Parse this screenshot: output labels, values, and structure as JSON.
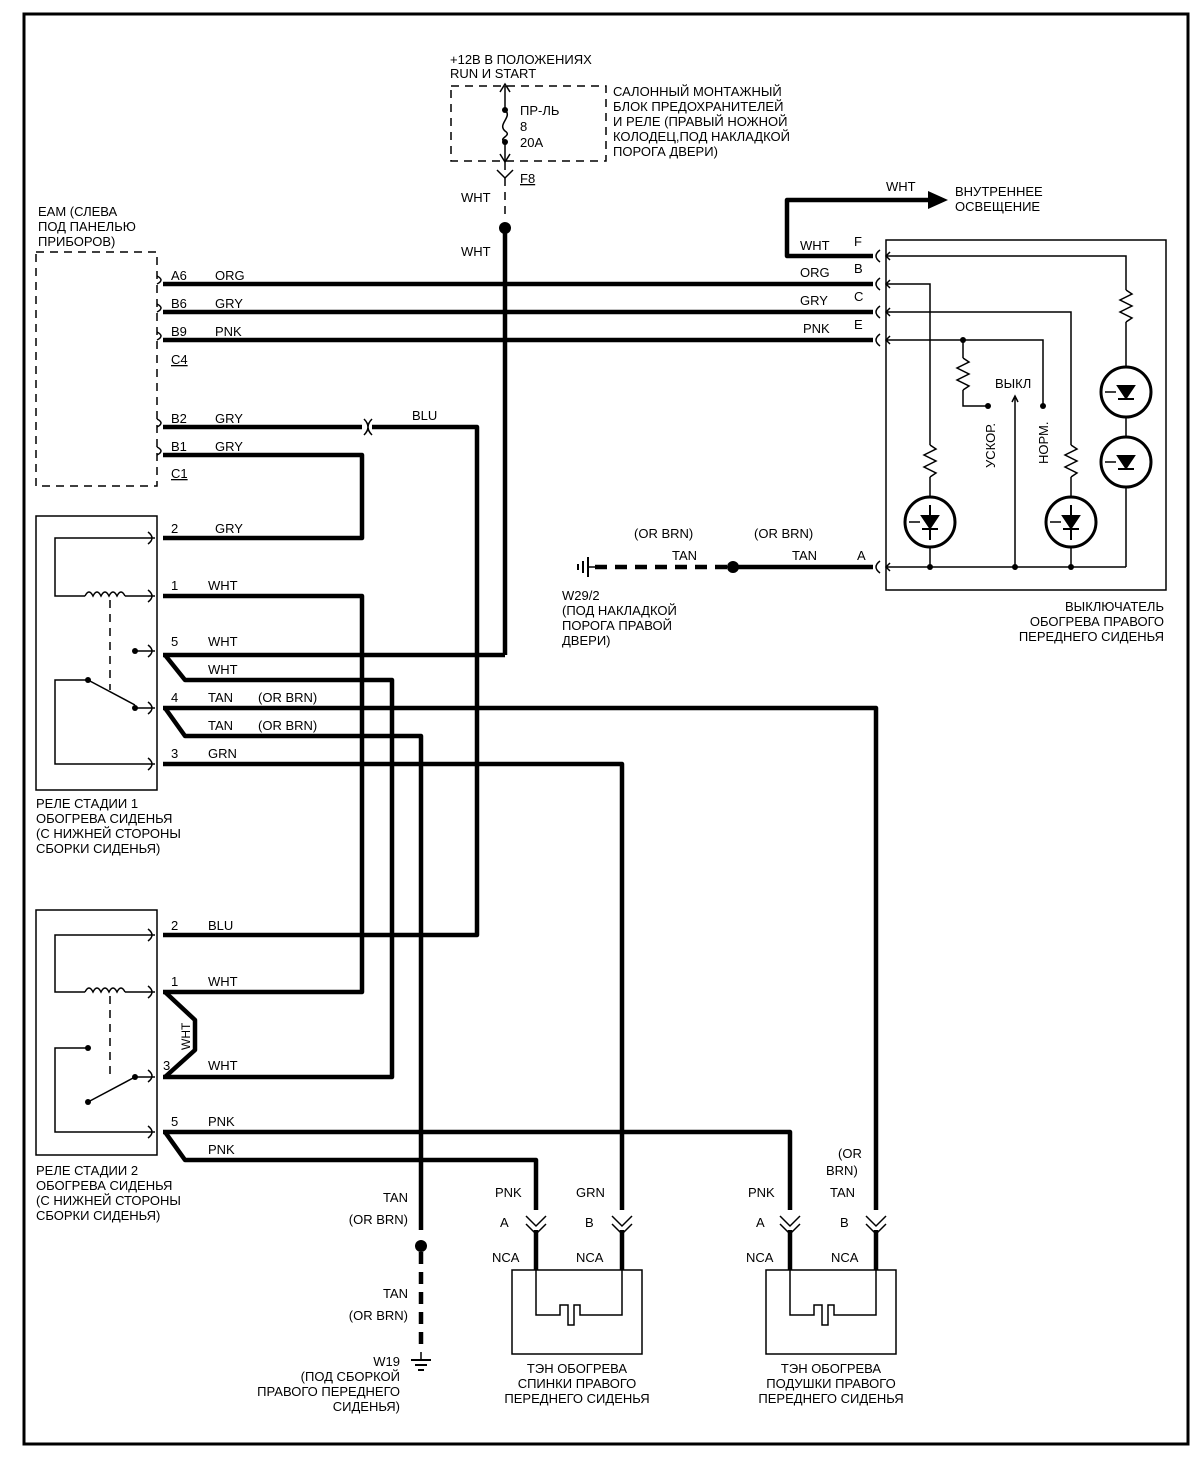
{
  "power": {
    "line1": "+12В В ПОЛОЖЕНИЯХ",
    "line2": "RUN И START"
  },
  "fuse": {
    "name": "ПР-ЛЬ",
    "num": "8",
    "rating": "20A",
    "connector": "F8"
  },
  "fusebox": {
    "l1": "САЛОННЫЙ МОНТАЖНЫЙ",
    "l2": "БЛОК ПРЕДОХРАНИТЕЛЕЙ",
    "l3": "И  РЕЛЕ (ПРАВЫЙ НОЖНОЙ",
    "l4": "КОЛОДЕЦ,ПОД НАКЛАДКОЙ",
    "l5": "ПОРОГА ДВЕРИ)"
  },
  "eam": {
    "l1": "EAM (СЛЕВА",
    "l2": "ПОД ПАНЕЛЬЮ",
    "l3": "ПРИБОРОВ)",
    "c4": "C4",
    "c1": "C1"
  },
  "eam_pins": [
    {
      "pin": "A6",
      "color": "ORG"
    },
    {
      "pin": "B6",
      "color": "GRY"
    },
    {
      "pin": "B9",
      "color": "PNK"
    },
    {
      "pin": "B2",
      "color": "GRY"
    },
    {
      "pin": "B1",
      "color": "GRY"
    }
  ],
  "interior": {
    "l1": "ВНУТРЕННЕЕ",
    "l2": "ОСВЕЩЕНИЕ"
  },
  "switch_pins": [
    {
      "color": "WHT",
      "pin": "F"
    },
    {
      "color": "ORG",
      "pin": "B"
    },
    {
      "color": "GRY",
      "pin": "C"
    },
    {
      "color": "PNK",
      "pin": "E"
    },
    {
      "color": "TAN",
      "pin": "A"
    }
  ],
  "switch": {
    "off": "ВЫКЛ",
    "boost": "УСКОР.",
    "norm": "НОРМ.",
    "l1": "ВЫКЛЮЧАТЕЛЬ",
    "l2": "ОБОГРЕВА ПРАВОГО",
    "l3": "ПЕРЕДНЕГО СИДЕНЬЯ"
  },
  "ground1": {
    "or_brn": "(OR BRN)",
    "tan": "TAN",
    "name": "W29/2",
    "l1": "(ПОД НАКЛАДКОЙ",
    "l2": "ПОРОГА ПРАВОЙ",
    "l3": "ДВЕРИ)"
  },
  "wires": {
    "wht": "WHT",
    "blu": "BLU",
    "tan": "TAN",
    "or_brn": "(OR BRN)",
    "grn": "GRN",
    "pnk": "PNK",
    "gry": "GRY"
  },
  "relay1": {
    "pins": [
      "2",
      "1",
      "5",
      "4",
      "3"
    ],
    "l1": "РЕЛЕ СТАДИИ  1",
    "l2": "ОБОГРЕВА СИДЕНЬЯ",
    "l3": "(С НИЖНЕЙ СТОРОНЫ",
    "l4": "СБОРКИ  СИДЕНЬЯ)"
  },
  "relay2": {
    "pins": [
      "2",
      "1",
      "3",
      "5"
    ],
    "l1": "РЕЛЕ СТАДИИ  2",
    "l2": "ОБОГРЕВА СИДЕНЬЯ",
    "l3": "(С НИЖНЕЙ СТОРОНЫ",
    "l4": "СБОРКИ  СИДЕНЬЯ)"
  },
  "ground2": {
    "name": "W19",
    "l1": "(ПОД СБОРКОЙ",
    "l2": "ПРАВОГО ПЕРЕДНЕГО",
    "l3": "СИДЕНЬЯ)"
  },
  "heater_back": {
    "a": "A",
    "b": "B",
    "nca": "NCA",
    "l1": "ТЭН ОБОГРЕВА",
    "l2": "СПИНКИ  ПРАВОГО",
    "l3": "ПЕРЕДНЕГО СИДЕНЬЯ"
  },
  "heater_seat": {
    "a": "A",
    "b": "B",
    "nca": "NCA",
    "or": "(OR",
    "brn": "BRN)",
    "l1": "ТЭН ОБОГРЕВА",
    "l2": "ПОДУШКИ  ПРАВОГО",
    "l3": "ПЕРЕДНЕГО СИДЕНЬЯ"
  }
}
